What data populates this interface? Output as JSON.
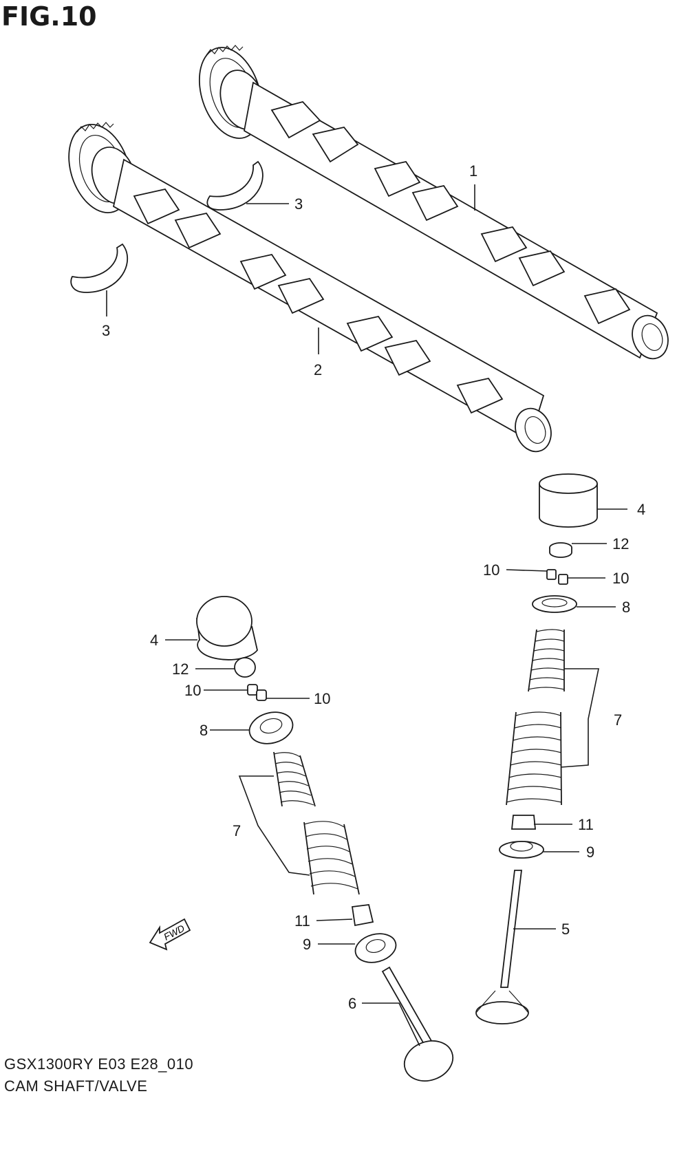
{
  "figure": {
    "title": "FIG.10",
    "model_code": "GSX1300RY E03 E28_010",
    "section_name": "CAM SHAFT/VALVE"
  },
  "fwd_badge": "FWD",
  "callouts": [
    {
      "id": "c1",
      "number": "1"
    },
    {
      "id": "c2",
      "number": "2"
    },
    {
      "id": "c3a",
      "number": "3"
    },
    {
      "id": "c3b",
      "number": "3"
    },
    {
      "id": "c4a",
      "number": "4"
    },
    {
      "id": "c4b",
      "number": "4"
    },
    {
      "id": "c12a",
      "number": "12"
    },
    {
      "id": "c12b",
      "number": "12"
    },
    {
      "id": "c10a",
      "number": "10"
    },
    {
      "id": "c10b",
      "number": "10"
    },
    {
      "id": "c10c",
      "number": "10"
    },
    {
      "id": "c10d",
      "number": "10"
    },
    {
      "id": "c8a",
      "number": "8"
    },
    {
      "id": "c8b",
      "number": "8"
    },
    {
      "id": "c7a",
      "number": "7"
    },
    {
      "id": "c7b",
      "number": "7"
    },
    {
      "id": "c11a",
      "number": "11"
    },
    {
      "id": "c11b",
      "number": "11"
    },
    {
      "id": "c9a",
      "number": "9"
    },
    {
      "id": "c9b",
      "number": "9"
    },
    {
      "id": "c5",
      "number": "5"
    },
    {
      "id": "c6",
      "number": "6"
    }
  ]
}
